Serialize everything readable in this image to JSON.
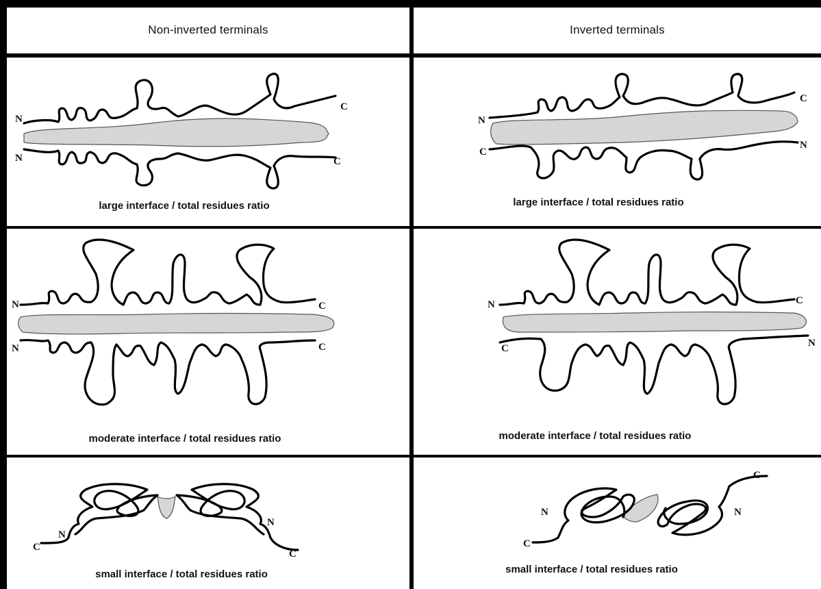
{
  "columns": {
    "left": "Non-inverted terminals",
    "right": "Inverted terminals"
  },
  "rows": [
    {
      "left_caption": "large interface / total residues ratio",
      "right_caption": "large interface / total residues ratio"
    },
    {
      "left_caption": "moderate interface / total residues ratio",
      "right_caption": "moderate interface / total residues ratio"
    },
    {
      "left_caption": "small interface / total residues ratio",
      "right_caption": "small interface / total residues ratio"
    }
  ],
  "terminals": {
    "n": "N",
    "c": "C"
  },
  "colors": {
    "line": "#000000",
    "interface": "#d6d6d6"
  }
}
